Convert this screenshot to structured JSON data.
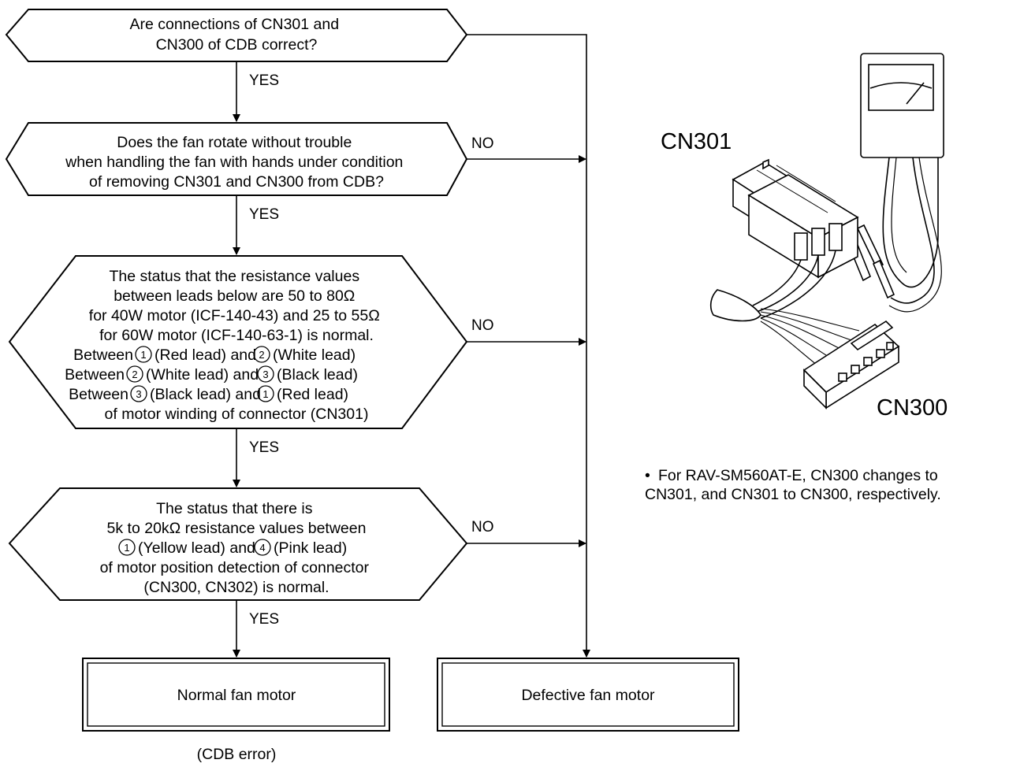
{
  "flowchart": {
    "decision1": {
      "lines": [
        "Are connections of CN301 and",
        "CN300 of CDB correct?"
      ]
    },
    "decision2": {
      "lines": [
        "Does the fan rotate without trouble",
        "when handling the fan with hands under condition",
        "of removing CN301 and CN300 from CDB?"
      ]
    },
    "decision3": {
      "lines": [
        "The status that the resistance values",
        "between leads below are 50 to 80Ω",
        "for 40W motor (ICF-140-43) and 25 to 55Ω",
        "for 60W motor (ICF-140-63-1) is normal."
      ],
      "pair_lines": [
        {
          "pre": "Between",
          "a": "1",
          "mid": "(Red lead) and",
          "b": "2",
          "post": "(White lead)"
        },
        {
          "pre": "Between",
          "a": "2",
          "mid": "(White lead) and",
          "b": "3",
          "post": "(Black lead)"
        },
        {
          "pre": "Between",
          "a": "3",
          "mid": "(Black lead) and",
          "b": "1",
          "post": "(Red lead)"
        }
      ],
      "last_line": "of motor winding of connector (CN301)"
    },
    "decision4": {
      "lines": [
        "The status that there is",
        "5k to 20kΩ resistance values between"
      ],
      "pair_line": {
        "a": "1",
        "mid": "(Yellow lead) and",
        "b": "4",
        "post": "(Pink lead)"
      },
      "tail": [
        "of motor position detection of connector",
        "(CN300, CN302) is normal."
      ]
    },
    "yes_label": "YES",
    "no_label": "NO",
    "result_normal": "Normal fan motor",
    "result_normal_note": "(CDB error)",
    "result_defective": "Defective fan motor"
  },
  "illustration": {
    "cn301_label": "CN301",
    "cn300_label": "CN300"
  },
  "note": {
    "bullet": "•",
    "lines": [
      "For RAV-SM560AT-E, CN300 changes to",
      "CN301, and CN301 to CN300, respectively."
    ]
  }
}
